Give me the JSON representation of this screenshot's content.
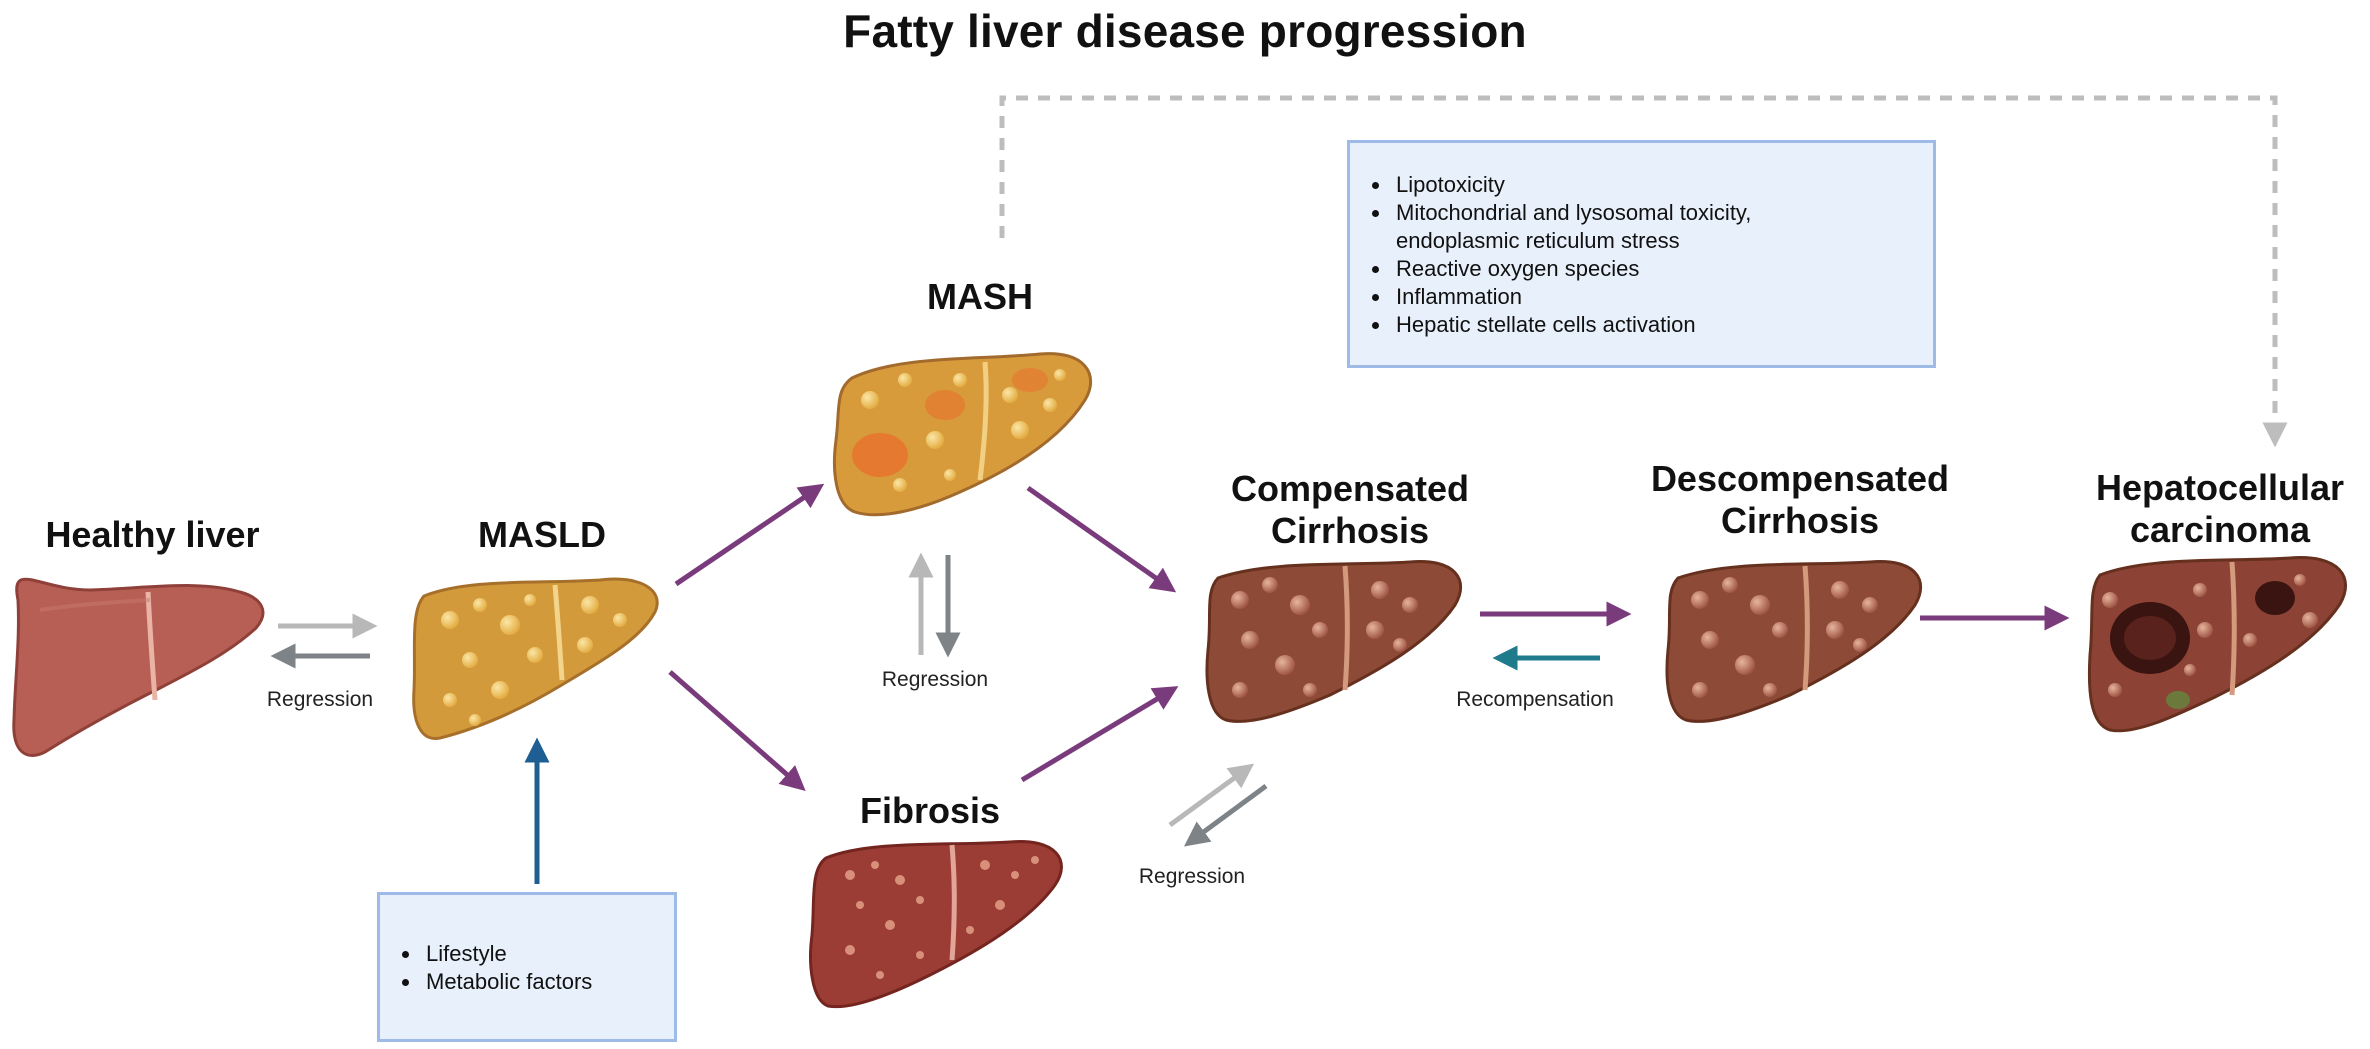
{
  "title": "Fatty liver disease progression",
  "stages": {
    "healthy": "Healthy liver",
    "masld": "MASLD",
    "mash": "MASH",
    "fibrosis": "Fibrosis",
    "compensated_line1": "Compensated",
    "compensated_line2": "Cirrhosis",
    "decompensated_line1": "Descompensated",
    "decompensated_line2": "Cirrhosis",
    "hcc_line1": "Hepatocellular",
    "hcc_line2": "carcinoma"
  },
  "labels": {
    "regression_healthy_masld": "Regression",
    "regression_mash_fibrosis": "Regression",
    "regression_cirrhosis_fibrosis": "Regression",
    "recompensation": "Recompensation"
  },
  "mechanisms_box": {
    "items": [
      "Lipotoxicity",
      "Mitochondrial and lysosomal toxicity,",
      "endoplasmic reticulum stress",
      "Reactive oxygen species",
      "Inflammation",
      "Hepatic stellate cells activation"
    ]
  },
  "risk_box": {
    "items": [
      "Lifestyle",
      "Metabolic factors"
    ]
  },
  "colors": {
    "progression_arrow": "#7a3b7c",
    "regression_arrow_light": "#b8b8b8",
    "regression_arrow_dark": "#7d8386",
    "risk_arrow": "#1f5e93",
    "recompensation_arrow": "#1f7a8c",
    "box_fill": "#e8f0fb",
    "box_border": "#9dbbe6"
  }
}
